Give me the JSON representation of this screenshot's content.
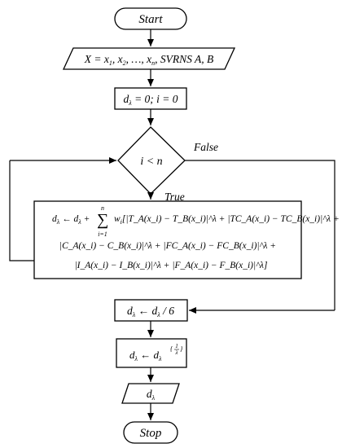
{
  "flowchart": {
    "start_label": "Start",
    "input": {
      "lhs": "X = x",
      "s1": "1",
      "c1": ", x",
      "s2": "2",
      "c2": ", …, x",
      "sn": "n",
      "rest": ", SVRNS A, B"
    },
    "init": {
      "d": "d",
      "lam": "λ",
      "rest": " = 0; i = 0"
    },
    "decision": {
      "label": "i < n",
      "false_label": "False",
      "true_label": "True"
    },
    "update": {
      "line1": {
        "d": "d",
        "lam": "λ",
        "arrow": " ← d",
        "lam2": "λ",
        "plus": " + ",
        "sigma": "∑",
        "sum_top": "n",
        "sum_bot": "i=1",
        "body": "w",
        "wi": "i",
        "tail": "[|T_A(x_i) − T_B(x_i)|^λ + |TC_A(x_i) − TC_B(x_i)|^λ +"
      },
      "line2": "|C_A(x_i) − C_B(x_i)|^λ + |FC_A(x_i) − FC_B(x_i)|^λ +",
      "line3": "|I_A(x_i) − I_B(x_i)|^λ + |F_A(x_i) − F_B(x_i)|^λ]"
    },
    "divide": {
      "d": "d",
      "lam": "λ",
      "arrow": " ← d",
      "lam2": "λ",
      "rest": " / 6"
    },
    "power": {
      "d": "d",
      "lam": "λ",
      "arrow": " ← d",
      "lam2": "λ",
      "exp_open": "{",
      "exp_num": "1",
      "exp_den": "λ",
      "exp_close": "}"
    },
    "output": {
      "d": "d",
      "lam": "λ"
    },
    "stop_label": "Stop"
  }
}
